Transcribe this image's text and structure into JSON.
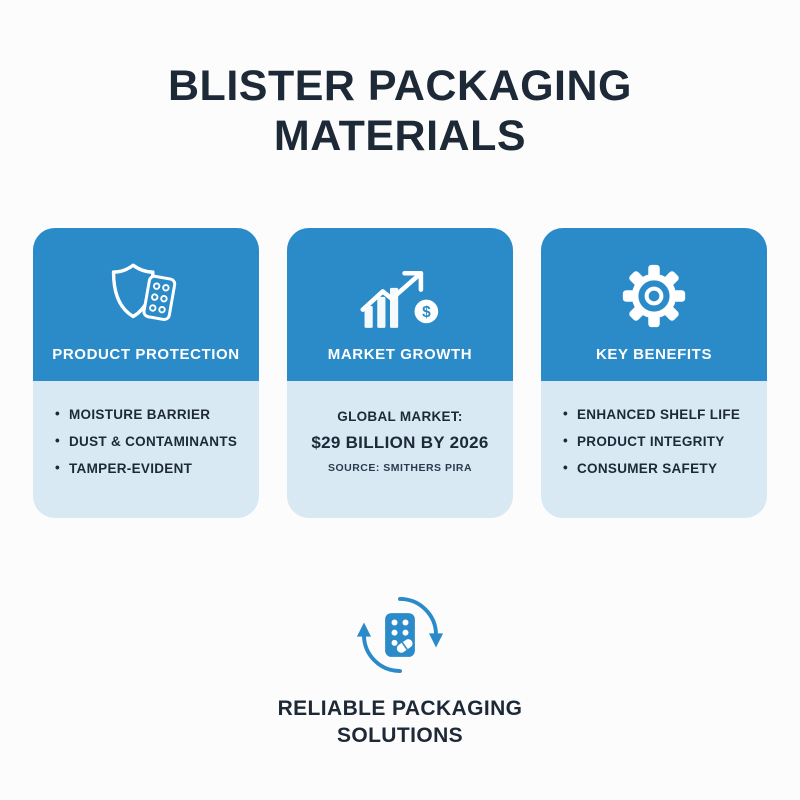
{
  "title": "BLISTER PACKAGING MATERIALS",
  "cards": [
    {
      "icon": "shield-blister-icon",
      "header": "PRODUCT PROTECTION",
      "bullets": [
        "MOISTURE BARRIER",
        "DUST & CONTAMINANTS",
        "TAMPER-EVIDENT"
      ]
    },
    {
      "icon": "growth-chart-icon",
      "header": "MARKET GROWTH",
      "market": {
        "intro": "GLOBAL MARKET:",
        "value": "$29 BILLION BY 2026",
        "source": "SOURCE: SMITHERS PIRA"
      }
    },
    {
      "icon": "gear-icon",
      "header": "KEY BENEFITS",
      "bullets": [
        "ENHANCED SHELF LIFE",
        "PRODUCT INTEGRITY",
        "CONSUMER SAFETY"
      ]
    }
  ],
  "footer": {
    "icon": "recycle-blister-icon",
    "label": "RELIABLE PACKAGING SOLUTIONS"
  },
  "colors": {
    "primary_blue": "#2B8BC9",
    "light_blue": "#D9E9F4",
    "dark_navy": "#1D2936",
    "background": "#FCFCFC"
  }
}
